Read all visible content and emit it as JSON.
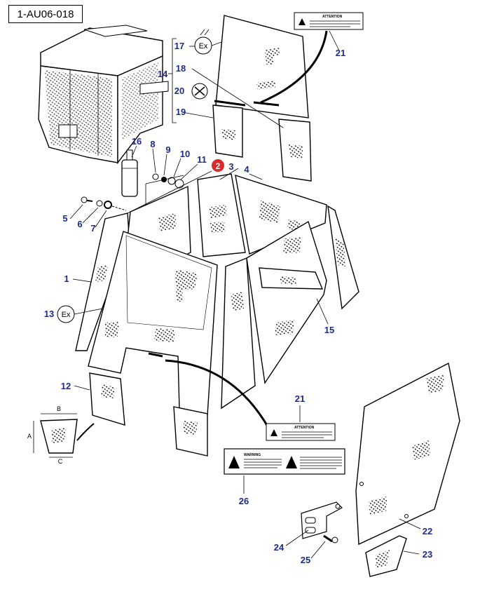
{
  "reference_code": "1-AU06-018",
  "marker_number": "2",
  "ex_symbol": "Ex",
  "dimension_labels": [
    "A",
    "B",
    "C"
  ],
  "warning_label_title": "ATTENTION",
  "warning_label_title_2": "WARNING",
  "callouts": [
    "1",
    "3",
    "4",
    "5",
    "6",
    "7",
    "8",
    "9",
    "10",
    "11",
    "12",
    "13",
    "14",
    "15",
    "16",
    "17",
    "18",
    "19",
    "20",
    "21",
    "21",
    "22",
    "23",
    "24",
    "25",
    "26"
  ],
  "colors": {
    "callout": "#1f2b8c",
    "marker": "#d92b2b",
    "line": "#000000"
  }
}
